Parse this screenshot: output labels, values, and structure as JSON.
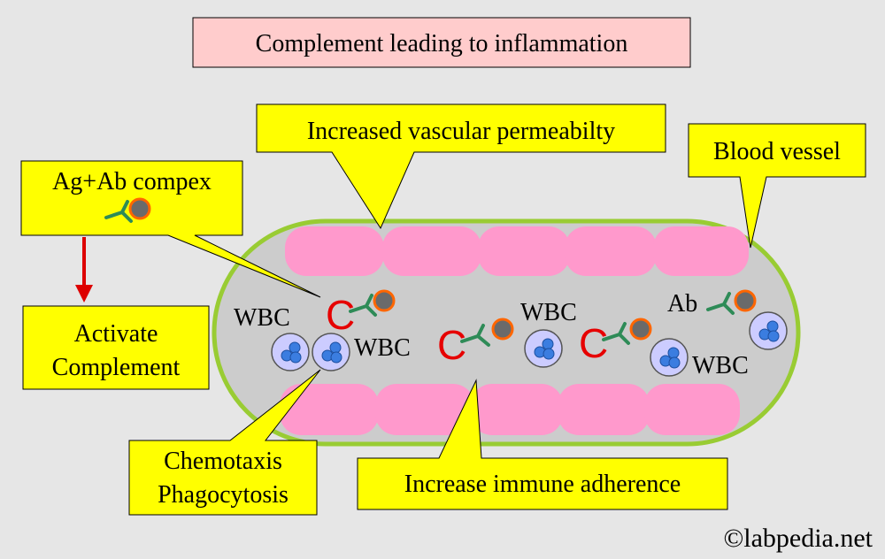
{
  "title": "Complement leading to inflammation",
  "callouts": {
    "permeability": "Increased vascular permeabilty",
    "blood_vessel": "Blood vessel",
    "ag_ab": "Ag+Ab compex",
    "activate_line1": "Activate",
    "activate_line2": "Complement",
    "chemotaxis_line1": "Chemotaxis",
    "chemotaxis_line2": "Phagocytosis",
    "adherence": "Increase immune adherence"
  },
  "vessel_labels": {
    "wbc_1": "WBC",
    "wbc_2": "WBC",
    "wbc_3": "WBC",
    "wbc_4": "WBC",
    "ab": "Ab"
  },
  "complement_symbol": "C",
  "watermark": "©labpedia.net",
  "colors": {
    "background": "#e6e6e6",
    "callout_fill": "#ffff00",
    "title_fill": "#ffcccc",
    "vessel_wall": "#99cc33",
    "vessel_lumen": "#cccccc",
    "endothelium": "#ff99cc",
    "complement": "#e60000",
    "antibody": "#2e8b57",
    "antigen_fill": "#6a6a6a",
    "antigen_ring": "#ff6600",
    "wbc_fill": "#ccccff",
    "nucleus": "#3b7de0",
    "arrow": "#dd0000"
  }
}
